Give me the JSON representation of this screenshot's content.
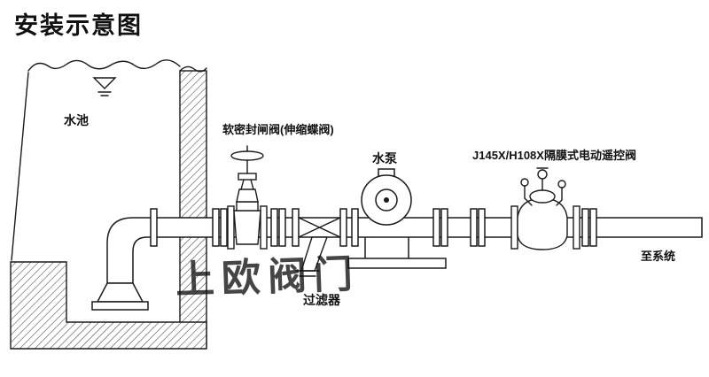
{
  "title": "安装示意图",
  "watermark": "上欧阀门",
  "labels": {
    "tank": "水池",
    "gate_valve": "软密封闸阀(伸缩蝶阀)",
    "pump": "水泵",
    "control_valve": "J145X/H108X隔膜式电动遥控阀",
    "strainer": "过滤器",
    "to_system": "至系统"
  },
  "colors": {
    "ink": "#1a1a1a",
    "watermark": "#4a5fc0",
    "background": "#ffffff"
  }
}
